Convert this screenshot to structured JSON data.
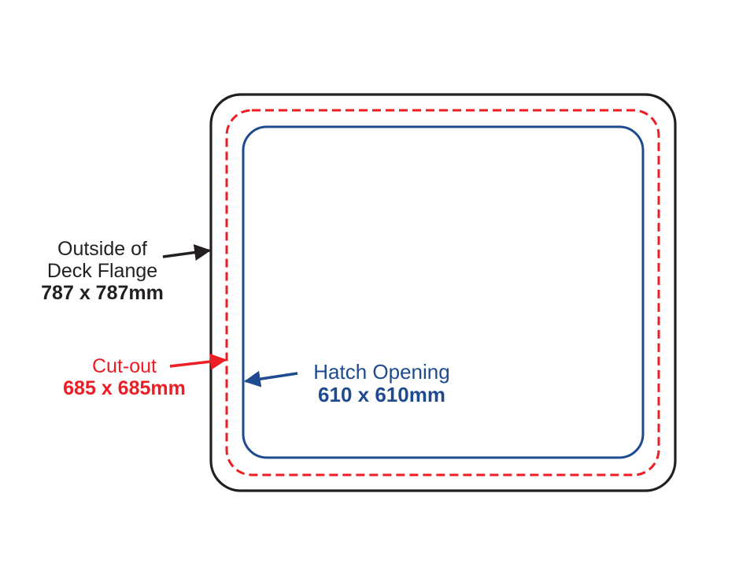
{
  "colors": {
    "flange": "#231f20",
    "cutout": "#ee1c24",
    "hatch": "#1e4b8f",
    "background": "#ffffff"
  },
  "labels": {
    "flange": {
      "line1": "Outside of",
      "line2": "Deck Flange",
      "size": "787 x 787mm"
    },
    "cutout": {
      "line1": "Cut-out",
      "size": "685 x 685mm"
    },
    "hatch": {
      "line1": "Hatch Opening",
      "size": "610 x 610mm"
    }
  },
  "outlines": {
    "flange": {
      "style": "solid"
    },
    "cutout": {
      "style": "dashed"
    },
    "hatch": {
      "style": "solid"
    }
  }
}
